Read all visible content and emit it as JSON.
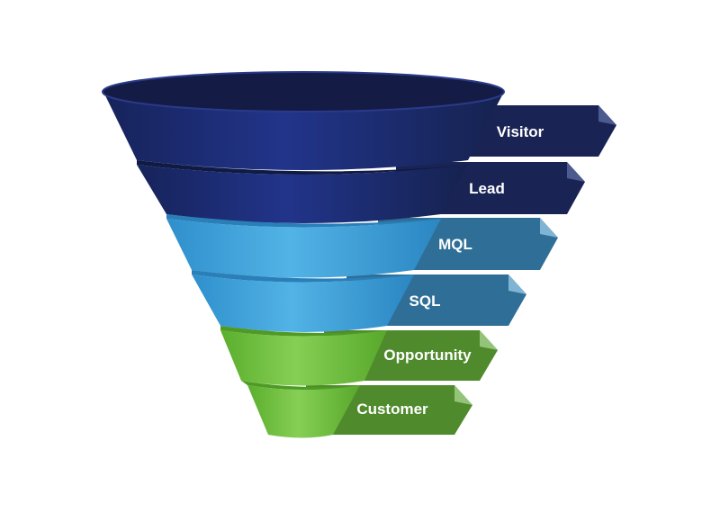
{
  "diagram": {
    "type": "sales-funnel",
    "stages": [
      {
        "label": "Visitor",
        "color": "#1b2a6b"
      },
      {
        "label": "Lead",
        "color": "#1b2a6b"
      },
      {
        "label": "MQL",
        "color": "#3aa0d8"
      },
      {
        "label": "SQL",
        "color": "#3aa0d8"
      },
      {
        "label": "Opportunity",
        "color": "#6cbf3c"
      },
      {
        "label": "Customer",
        "color": "#6cbf3c"
      }
    ],
    "tag_colors": [
      "#1a2454",
      "#1a2454",
      "#2f6f97",
      "#2f6f97",
      "#4f8a2c",
      "#4f8a2c"
    ]
  }
}
